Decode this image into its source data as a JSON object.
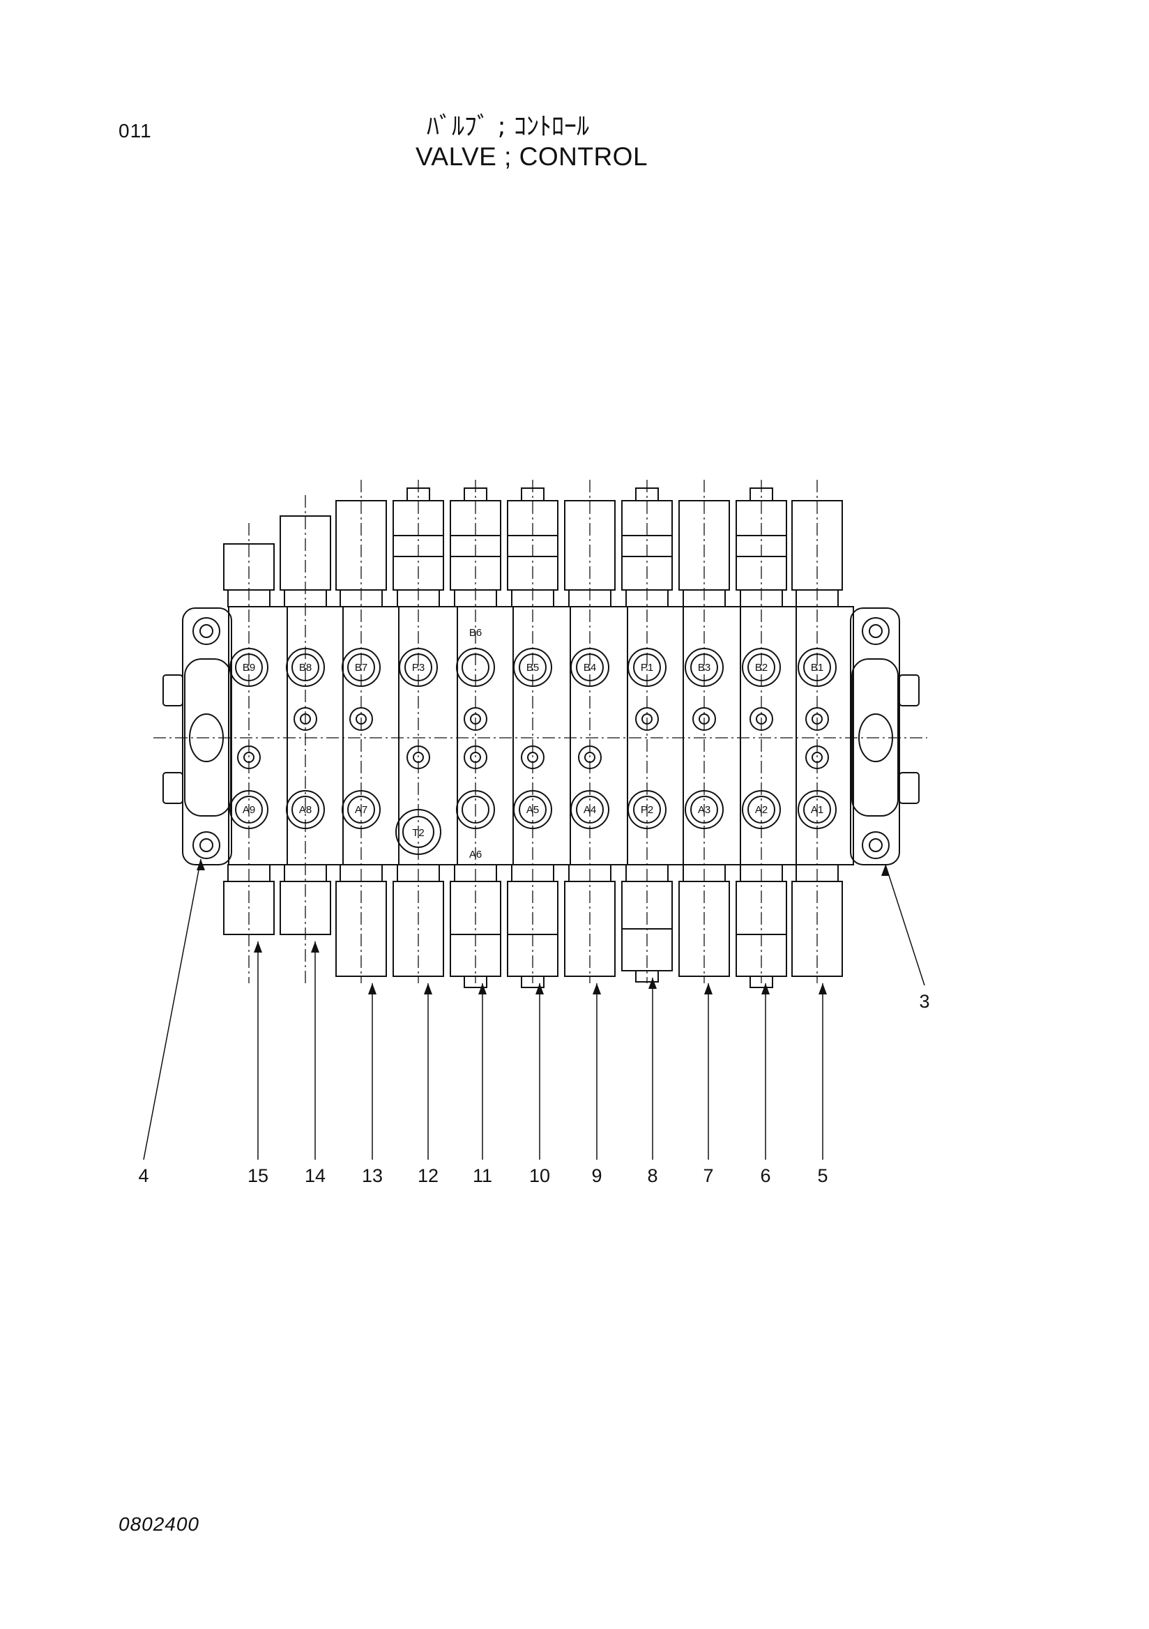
{
  "page_number": "011",
  "title_jp": "ﾊﾞﾙﾌﾞ ; ｺﾝﾄﾛｰﾙ",
  "title_en": "VALVE ; CONTROL",
  "drawing_code": "0802400",
  "ports_top": [
    "B9",
    "B8",
    "B7",
    "P3",
    "",
    "B5",
    "B4",
    "P1",
    "B3",
    "B2",
    "B1"
  ],
  "ports_bottom": [
    "A9",
    "A8",
    "A7",
    "",
    "",
    "A5",
    "A4",
    "P2",
    "A3",
    "A2",
    "A1"
  ],
  "port_b6": "B6",
  "port_a6": "A6",
  "port_t2": "T2",
  "callouts": [
    "3",
    "4",
    "5",
    "6",
    "7",
    "8",
    "9",
    "10",
    "11",
    "12",
    "13",
    "14",
    "15"
  ]
}
